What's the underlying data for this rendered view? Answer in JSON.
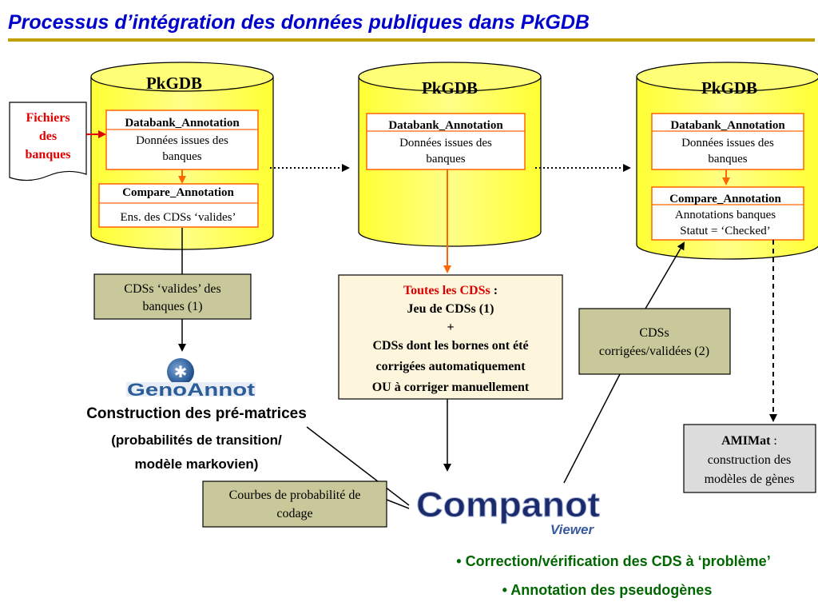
{
  "title": "Processus d’intégration des données publiques dans PkGDB",
  "colors": {
    "title": "#0000cc",
    "title_rule": "#c0a000",
    "db_fill": "#ffff66",
    "table_border": "#ff6600",
    "khaki": "#c8c89a",
    "cream": "#fdf6dc",
    "grey": "#dcdcdc",
    "red": "#e00000",
    "green": "#006600"
  },
  "fichiers": {
    "line1": "Fichiers",
    "line2": "des",
    "line3": "banques"
  },
  "db1": {
    "title": "PkGDB",
    "t1_head": "Databank_Annotation",
    "t1_l1": "Données issues des",
    "t1_l2": "banques",
    "t2_head": "Compare_Annotation",
    "t2_l1": "Ens. des CDSs ‘valides’"
  },
  "db2": {
    "title": "PkGDB",
    "t1_head": "Databank_Annotation",
    "t1_l1": "Données issues des",
    "t1_l2": "banques"
  },
  "db3": {
    "title": "PkGDB",
    "t1_head": "Databank_Annotation",
    "t1_l1": "Données issues des",
    "t1_l2": "banques",
    "t2_head": "Compare_Annotation",
    "t2_l1": "Annotations banques",
    "t2_l2": "Statut = ‘Checked’"
  },
  "box_valides": {
    "l1": "CDSs ‘valides’ des",
    "l2": "banques (1)"
  },
  "box_toutes": {
    "red": "Toutes les CDSs",
    "colon": " :",
    "l2": "Jeu de CDSs (1)",
    "l3": "+",
    "l4": "CDSs dont les bornes ont été",
    "l5": "corrigées automatiquement",
    "l6": "OU à corriger manuellement"
  },
  "box_corrigees": {
    "l1": "CDSs",
    "l2": "corrigées/validées (2)"
  },
  "box_amimat": {
    "bold": "AMIMat",
    "rest": " :",
    "l2": "construction des",
    "l3": "modèles de gènes"
  },
  "box_courbes": {
    "l1": "Courbes de probabilité de",
    "l2": "codage"
  },
  "genoannot": {
    "logo": "GenoAnnot"
  },
  "construction": {
    "l1": "Construction des pré-matrices",
    "l2": "(probabilités de transition/",
    "l3": "modèle markovien)"
  },
  "companot": {
    "logo": "Companot",
    "viewer": "Viewer"
  },
  "bullets": [
    "• Correction/vérification des CDS à ‘problème’",
    "• Annotation des pseudogènes"
  ]
}
